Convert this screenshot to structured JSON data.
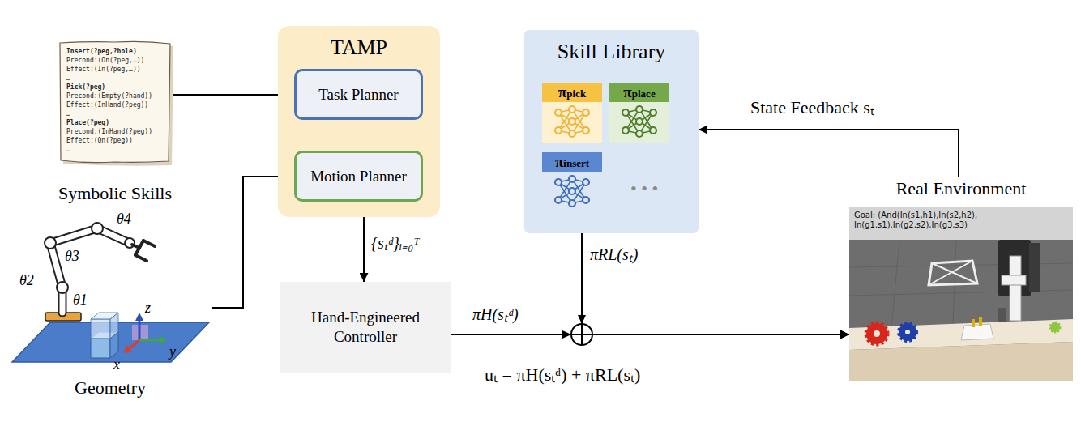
{
  "diagram": {
    "nodes": [
      {
        "text": [
          "Symbolic Skills",
          "Insert(?peg,?hole)",
          "Precond:(On(?peg,…))",
          "Effect:(In(?peg,…))",
          "…",
          "Pick(?peg)",
          "Precond:(Empty(?hand))",
          "Effect:(InHand(?peg))",
          "…",
          "Place(?peg)",
          "Precond:(InHand(?peg))",
          "Effect:(On(?peg))",
          "…"
        ]
      },
      {
        "text": [
          "Geometry"
        ]
      },
      {
        "text": [
          "TAMP"
        ]
      },
      {
        "text": [
          "Task Planner"
        ],
        "in": 2
      },
      {
        "text": [
          "Motion Planner"
        ],
        "in": 2
      },
      {
        "text": [
          "Skill Library"
        ]
      },
      {
        "text": [
          "πpick"
        ],
        "in": 5
      },
      {
        "text": [
          "πplace"
        ],
        "in": 5
      },
      {
        "text": [
          "πinsert"
        ],
        "in": 5
      },
      {
        "text": [
          "Hand-Engineered Controller"
        ]
      },
      {
        "text": [
          "Real Environment",
          "Goal: (And(In(s1,h1),In(s2,h2), In(g1,s1),In(g2,s2),In(g3,s3)"
        ]
      }
    ],
    "edges": [
      {
        "from": 0,
        "to": 3,
        "arrow": "to"
      },
      {
        "from": 1,
        "to": 4,
        "arrow": "to"
      },
      {
        "from": 3,
        "to": 4,
        "arrow": "to"
      },
      {
        "from": 4,
        "to": 3,
        "arrow": "to"
      },
      {
        "from": 2,
        "to": 9,
        "label": "{sₜᵈ}ᵢ₌₀ᵀ",
        "arrow": "to"
      },
      {
        "from": 9,
        "to": 10,
        "label": "πH(sₜᵈ)",
        "arrow": "to"
      },
      {
        "from": 5,
        "to": 10,
        "label": "πRL(sₜ)",
        "arrow": "to"
      },
      {
        "from": 10,
        "to": 5,
        "label": "State Feedback sₜ",
        "arrow": "to"
      }
    ],
    "labels": [
      "θ1",
      "θ2",
      "θ3",
      "θ4",
      "x",
      "y",
      "z",
      "• • •",
      "uₜ = πH(sₜᵈ) + πRL(sₜ)"
    ]
  }
}
